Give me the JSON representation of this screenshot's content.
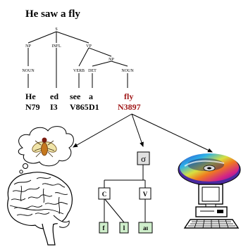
{
  "title": "He saw a fly",
  "tree": {
    "s": "S",
    "np": "NP",
    "infl": "INFL",
    "vp": "VP",
    "np2": "NP",
    "noun": "NOUN",
    "verb": "VERB",
    "det": "DET",
    "noun2": "NOUN"
  },
  "words": [
    {
      "word": "He",
      "code": "N79"
    },
    {
      "word": "ed",
      "code": "I3"
    },
    {
      "word": "see",
      "code": "V865"
    },
    {
      "word": "a",
      "code": "D1"
    },
    {
      "word": "fly",
      "code": "N3897"
    }
  ],
  "syllable": {
    "sigma": "σ",
    "onset": "C",
    "nucleus": "V",
    "phonemes": [
      "f",
      "l",
      "aɪ"
    ]
  },
  "icons": [
    "brain-icon",
    "thought-bubble-icon",
    "fly-icon",
    "cd-disc-icon",
    "computer-icon"
  ],
  "colors": {
    "highlight": "#a01818",
    "phoneme_fill": "#cfeecb",
    "sigma_fill": "#e0e0e0"
  }
}
